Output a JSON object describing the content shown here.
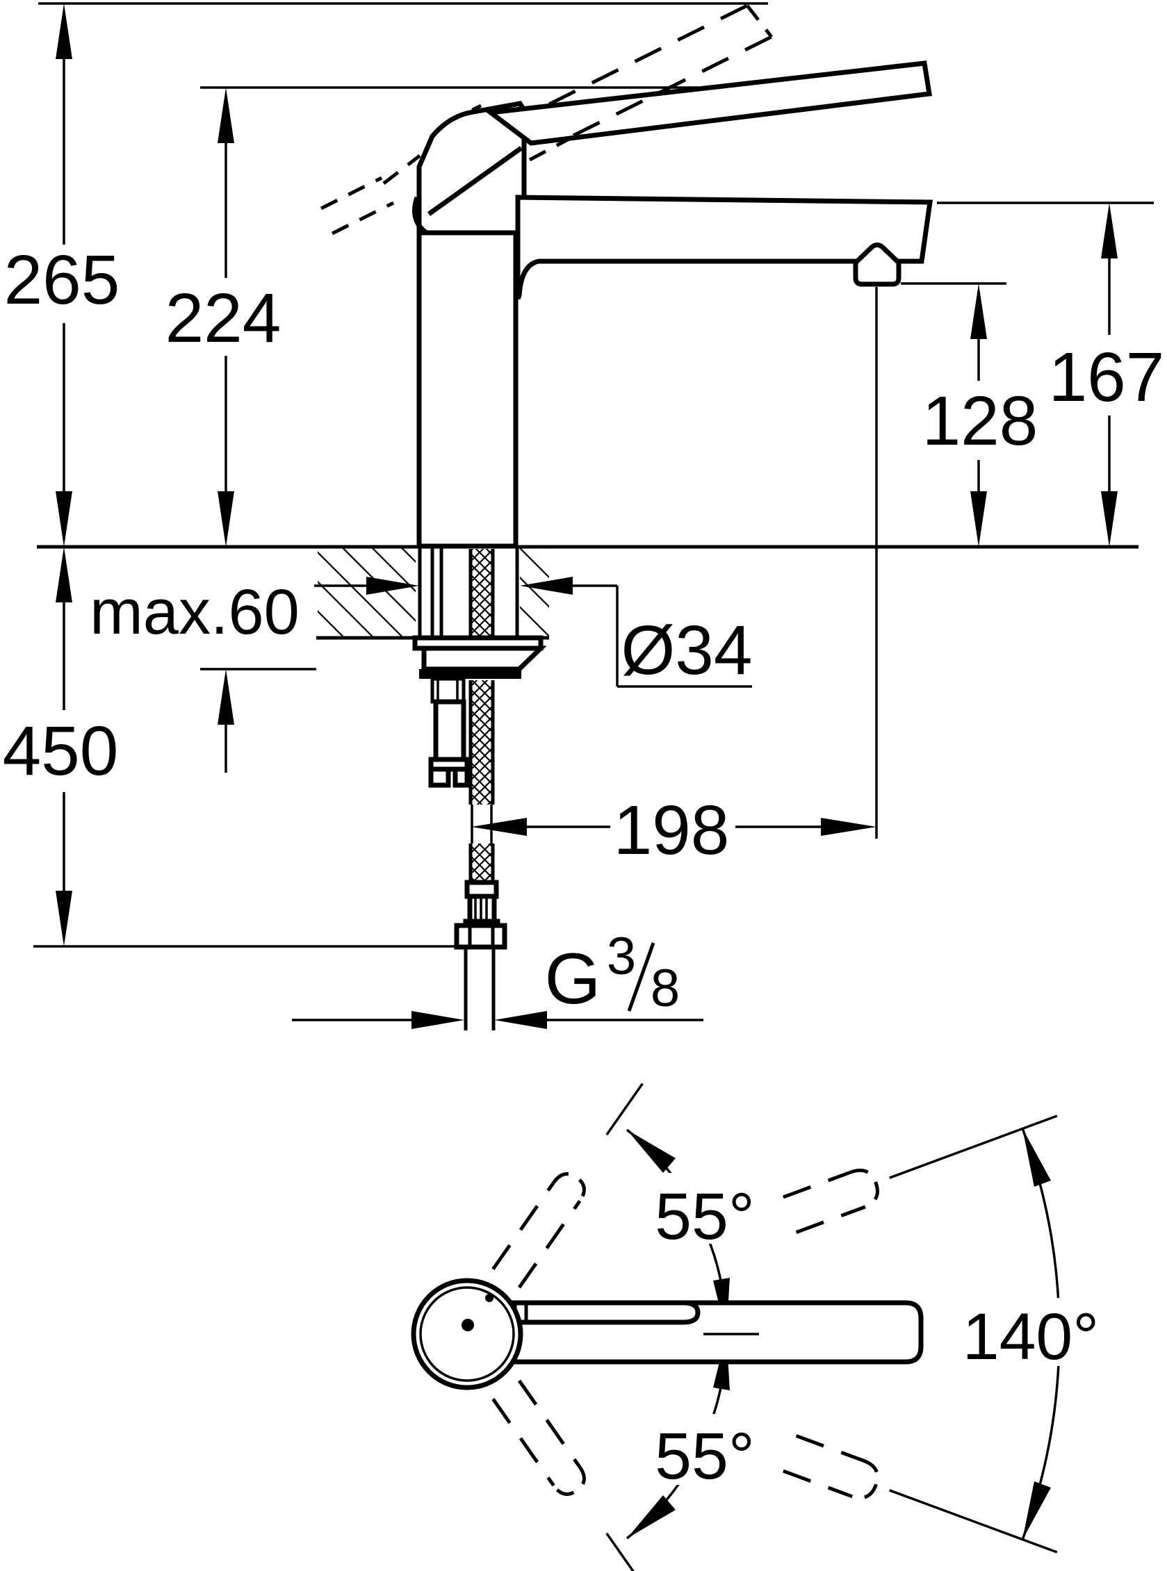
{
  "colors": {
    "ink": "#000000",
    "paper": "#ffffff"
  },
  "side_view": {
    "dimensions": {
      "overall_height": "265",
      "height_to_handle": "224",
      "spout_end_height": "167",
      "outlet_height": "128",
      "max_mounting_thickness": "max.60",
      "mounting_hole_diameter": "Ø34",
      "hose_length": "450",
      "spout_reach": "198"
    },
    "thread": {
      "prefix": "G",
      "numerator": "3",
      "slash": "/",
      "denominator": "8"
    }
  },
  "top_view": {
    "angles": {
      "handle_swing_upper": "55°",
      "spout_swivel_range": "140°",
      "handle_swing_lower": "55°"
    }
  }
}
